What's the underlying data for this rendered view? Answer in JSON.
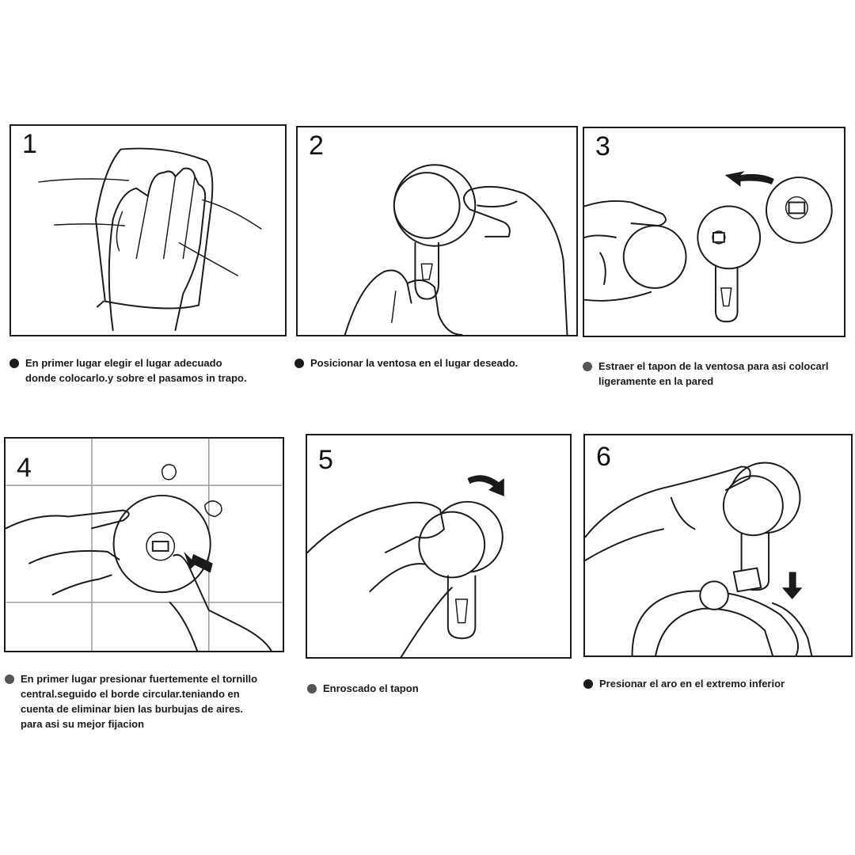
{
  "steps": [
    {
      "number": "1",
      "caption": "En primer lugar elegir el lugar adecuado\ndonde colocarlo.y sobre el pasamos in trapo."
    },
    {
      "number": "2",
      "caption": "Posicionar la ventosa en el lugar deseado."
    },
    {
      "number": "3",
      "caption": "Estraer el tapon de la ventosa para asi colocarl\nligeramente en la pared"
    },
    {
      "number": "4",
      "caption": "En primer lugar presionar fuertemente el tornillo\ncentral.seguido el borde circular.teniando en\ncuenta de eliminar bien las burbujas de aires.\npara asi su mejor fijacion"
    },
    {
      "number": "5",
      "caption": "Enroscado el tapon"
    },
    {
      "number": "6",
      "caption": "Presionar el aro en el extremo inferior"
    }
  ]
}
